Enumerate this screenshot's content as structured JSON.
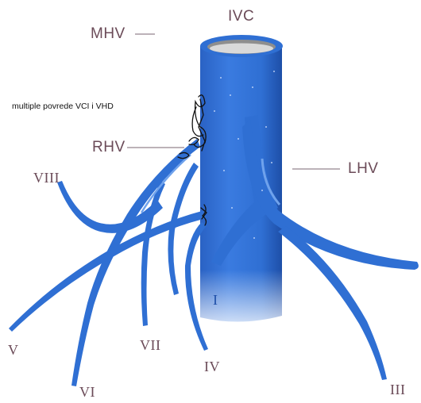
{
  "labels": {
    "ivc": "IVC",
    "mhv": "MHV",
    "rhv": "RHV",
    "lhv": "LHV",
    "seg_viii": "VIII",
    "seg_v": "V",
    "seg_vi": "VI",
    "seg_vii": "VII",
    "seg_iv": "IV",
    "seg_iii": "III",
    "seg_i": "I"
  },
  "annotation": "multiple povrede VCI i VHD",
  "colors": {
    "vessel": "#2f6fd3",
    "vessel_dark": "#1e4fa8",
    "vessel_light": "#5c92e6",
    "label": "#6b4b58",
    "scribble": "#111111"
  }
}
